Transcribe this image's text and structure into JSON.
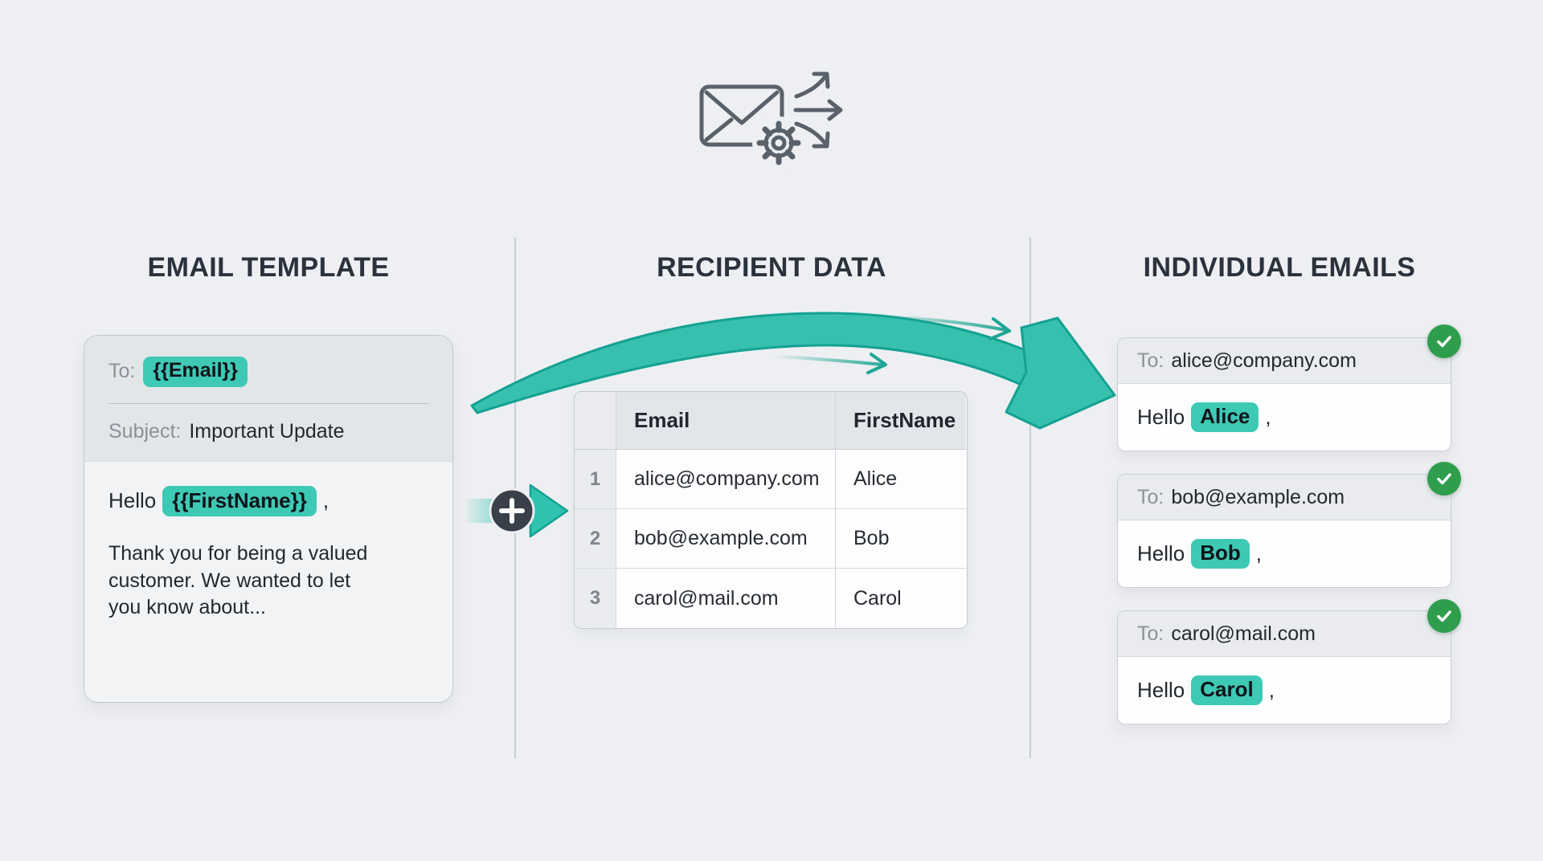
{
  "titles": {
    "template": "EMAIL TEMPLATE",
    "recipients": "RECIPIENT DATA",
    "individual": "INDIVIDUAL EMAILS"
  },
  "template_card": {
    "to_label": "To:",
    "to_token": "{{Email}}",
    "subject_label": "Subject:",
    "subject_value": "Important Update",
    "greeting_prefix": "Hello",
    "greeting_token": "{{FirstName}}",
    "greeting_suffix": ",",
    "body_text": "Thank you for being a valued customer. We wanted to let you know about..."
  },
  "recipient_table": {
    "columns": [
      "Email",
      "FirstName"
    ],
    "rows": [
      {
        "num": "1",
        "email": "alice@company.com",
        "firstname": "Alice"
      },
      {
        "num": "2",
        "email": "bob@example.com",
        "firstname": "Bob"
      },
      {
        "num": "3",
        "email": "carol@mail.com",
        "firstname": "Carol"
      }
    ]
  },
  "output_emails": [
    {
      "to_label": "To:",
      "to_value": "alice@company.com",
      "greeting_prefix": "Hello",
      "name": "Alice",
      "greeting_suffix": ","
    },
    {
      "to_label": "To:",
      "to_value": "bob@example.com",
      "greeting_prefix": "Hello",
      "name": "Bob",
      "greeting_suffix": ","
    },
    {
      "to_label": "To:",
      "to_value": "carol@mail.com",
      "greeting_prefix": "Hello",
      "name": "Carol",
      "greeting_suffix": ","
    }
  ],
  "icons": {
    "header": "mail-merge-icon",
    "connector": "plus-icon",
    "status": "check-icon"
  },
  "colors": {
    "background": "#edeff2",
    "accent_teal": "#3ec9b5",
    "arrow_teal": "#38c0ae",
    "arrow_stroke": "#14a192",
    "badge_green": "#2e9e4d",
    "heading_text": "#2a323d",
    "muted_text": "#8b9199",
    "body_text": "#22282f",
    "plus_circle": "#394049"
  }
}
